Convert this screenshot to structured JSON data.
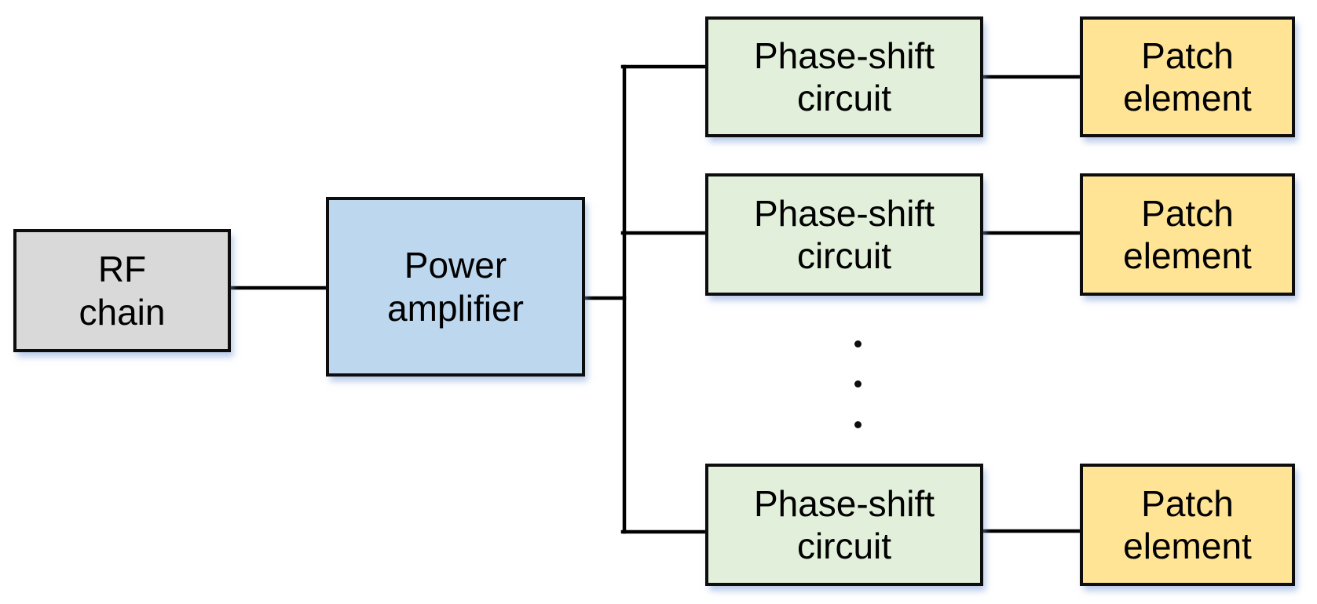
{
  "diagram": {
    "type": "block-diagram",
    "nodes": {
      "rf_chain": {
        "label": "RF\nchain",
        "fill": "#d9d9d9"
      },
      "power_amplifier": {
        "label": "Power\namplifier",
        "fill": "#bdd7ee"
      },
      "branches": [
        {
          "phase_shift_label": "Phase-shift\ncircuit",
          "patch_label": "Patch\nelement"
        },
        {
          "phase_shift_label": "Phase-shift\ncircuit",
          "patch_label": "Patch\nelement"
        },
        {
          "phase_shift_label": "Phase-shift\ncircuit",
          "patch_label": "Patch\nelement"
        }
      ],
      "ellipsis": "⋮"
    },
    "edges": [
      {
        "from": "rf_chain",
        "to": "power_amplifier"
      },
      {
        "from": "power_amplifier",
        "to": "phase_shift_circuit_1"
      },
      {
        "from": "power_amplifier",
        "to": "phase_shift_circuit_2"
      },
      {
        "from": "power_amplifier",
        "to": "phase_shift_circuit_3"
      },
      {
        "from": "phase_shift_circuit_1",
        "to": "patch_element_1"
      },
      {
        "from": "phase_shift_circuit_2",
        "to": "patch_element_2"
      },
      {
        "from": "phase_shift_circuit_3",
        "to": "patch_element_3"
      }
    ],
    "colors": {
      "rf_chain_fill": "#d9d9d9",
      "power_amplifier_fill": "#bdd7ee",
      "phase_shift_fill": "#e2efda",
      "patch_element_fill": "#ffe495",
      "border": "#0d0d0d",
      "connector": "#000000",
      "shadow": "#7d9ed7"
    }
  }
}
